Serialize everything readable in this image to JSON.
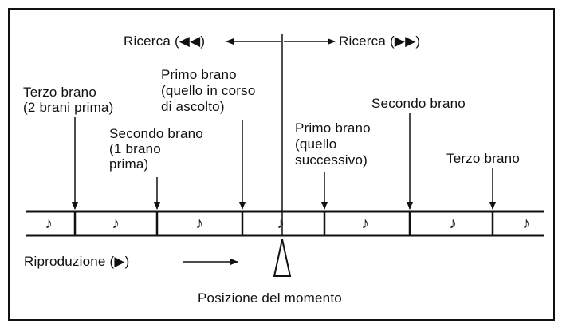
{
  "labels": {
    "search_back": "Ricerca (◀◀)",
    "search_forward": "Ricerca (▶▶)",
    "third_prev": [
      "Terzo brano",
      "(2 brani prima)"
    ],
    "second_prev": [
      "Secondo brano",
      "(1 brano",
      "prima)"
    ],
    "first_current": [
      "Primo brano",
      "(quello in corso",
      "di ascolto)"
    ],
    "first_next": [
      "Primo brano",
      "(quello",
      "successivo)"
    ],
    "second_next": "Secondo brano",
    "third_next": "Terzo brano",
    "playback": "Riproduzione (▶)",
    "current_position": "Posizione del momento"
  },
  "track_symbol": "♪",
  "colors": {
    "ink": "#111111",
    "background": "#ffffff"
  }
}
